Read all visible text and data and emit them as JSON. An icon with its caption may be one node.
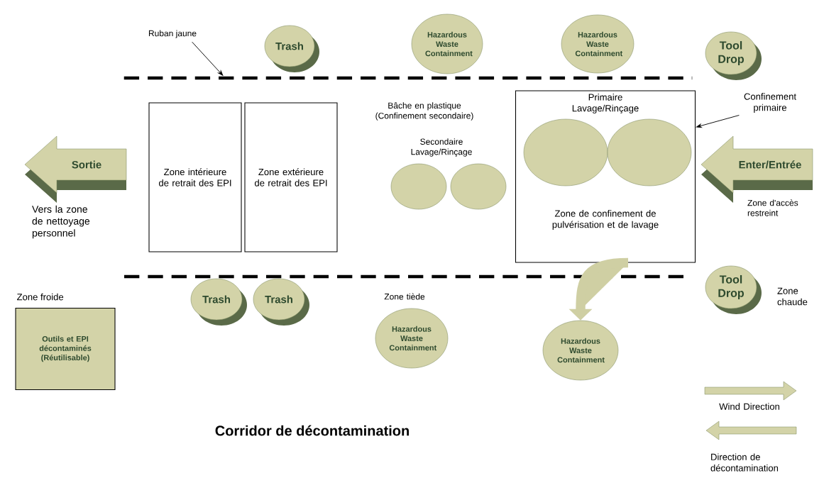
{
  "diagram": {
    "title": "Corridor de décontamination",
    "nodes": [
      {
        "text": [
          "Trash"
        ]
      },
      {
        "text": [
          "Hazardous Waste Containment"
        ]
      },
      {
        "text": [
          "Hazardous Waste Containment"
        ]
      },
      {
        "text": [
          "Tool Drop"
        ]
      },
      {
        "text": [
          "Zone intérieure de retrait des EPI"
        ]
      },
      {
        "text": [
          "Zone extérieure de retrait des EPI"
        ]
      },
      {
        "text": [
          "Primaire Lavage/Rinçage",
          "Zone de confinement de pulvérisation et de lavage"
        ]
      },
      {
        "text": [],
        "shape": "circle",
        "in": 6
      },
      {
        "text": [],
        "shape": "circle",
        "in": 6
      },
      {
        "text": [],
        "shape": "circle"
      },
      {
        "text": [],
        "shape": "circle"
      },
      {
        "text": [
          "Sortie"
        ],
        "beside": [
          "Vers la zone de nettoyage personnel"
        ]
      },
      {
        "text": [
          "Enter/Entrée"
        ],
        "beside": [
          "Zone d'accès restreint"
        ]
      },
      {
        "text": [
          "Outils et EPI décontaminés (Réutilisable)"
        ],
        "beside": [
          "Zone froide"
        ]
      },
      {
        "text": [
          "Trash"
        ]
      },
      {
        "text": [
          "Trash"
        ]
      },
      {
        "text": [
          "Hazardous Waste Containment"
        ]
      },
      {
        "text": [
          "Hazardous Waste Containment"
        ]
      },
      {
        "text": [
          "Tool Drop"
        ]
      },
      {
        "text": [
          "Ruban jaune"
        ]
      },
      {
        "text": [],
        "shape": "line"
      },
      {
        "text": [
          "Confinement primaire"
        ]
      }
    ],
    "edges": [
      {
        "from": 19,
        "to": 20,
        "arrow": "to"
      },
      {
        "from": 21,
        "to": 6,
        "arrow": "to"
      },
      {
        "from": 6,
        "to": 17,
        "arrow": "to",
        "style": "thick",
        "color": "#cfcfa3"
      }
    ],
    "labels": [
      "Bâche en plastique (Confinement secondaire)",
      "Secondaire Lavage/Rinçage",
      "Zone tiède",
      "Zone chaude",
      "Wind Direction",
      "Direction de décontamination"
    ]
  }
}
